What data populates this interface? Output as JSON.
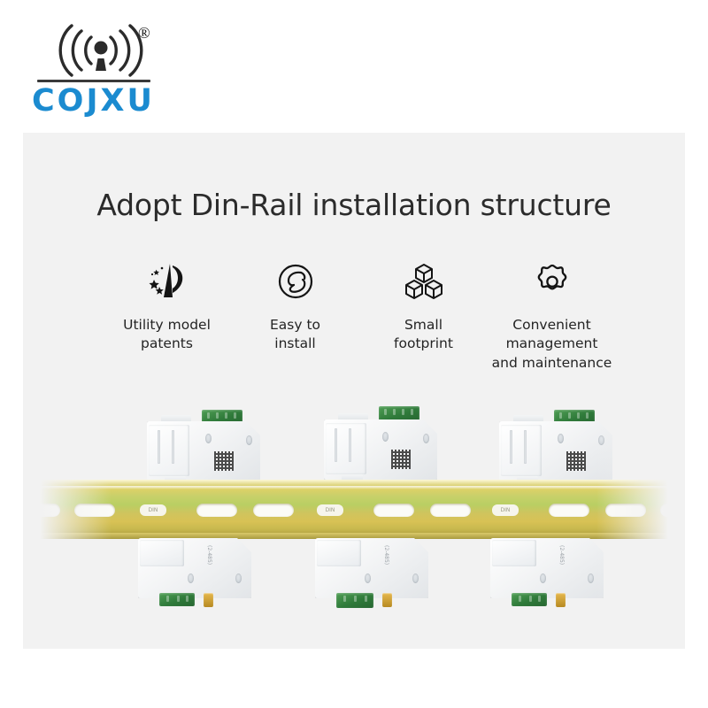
{
  "brand": {
    "name": "COJXU",
    "registered_mark": "®",
    "logo_icon": "antenna-signal-tower-icon",
    "color": "#1b8bd0"
  },
  "card": {
    "background_color": "#f2f2f2",
    "headline": "Adopt Din-Rail installation structure"
  },
  "features": [
    {
      "icon": "patent-emblem-icon",
      "label": "Utility model\npatents"
    },
    {
      "icon": "wrench-circle-icon",
      "label": "Easy to\ninstall"
    },
    {
      "icon": "stacked-cubes-icon",
      "label": "Small\nfootprint"
    },
    {
      "icon": "gear-icon",
      "label": "Convenient\nmanagement\nand maintenance"
    }
  ],
  "product_photo": {
    "description": "din-rail-mounted-modules",
    "rail_color": "#c9c85e",
    "module_color": "#f2f4f6",
    "terminal_color": "#2f7a3a",
    "module_label": "(2-485)",
    "module_count_top": 3,
    "module_count_bottom": 3
  }
}
